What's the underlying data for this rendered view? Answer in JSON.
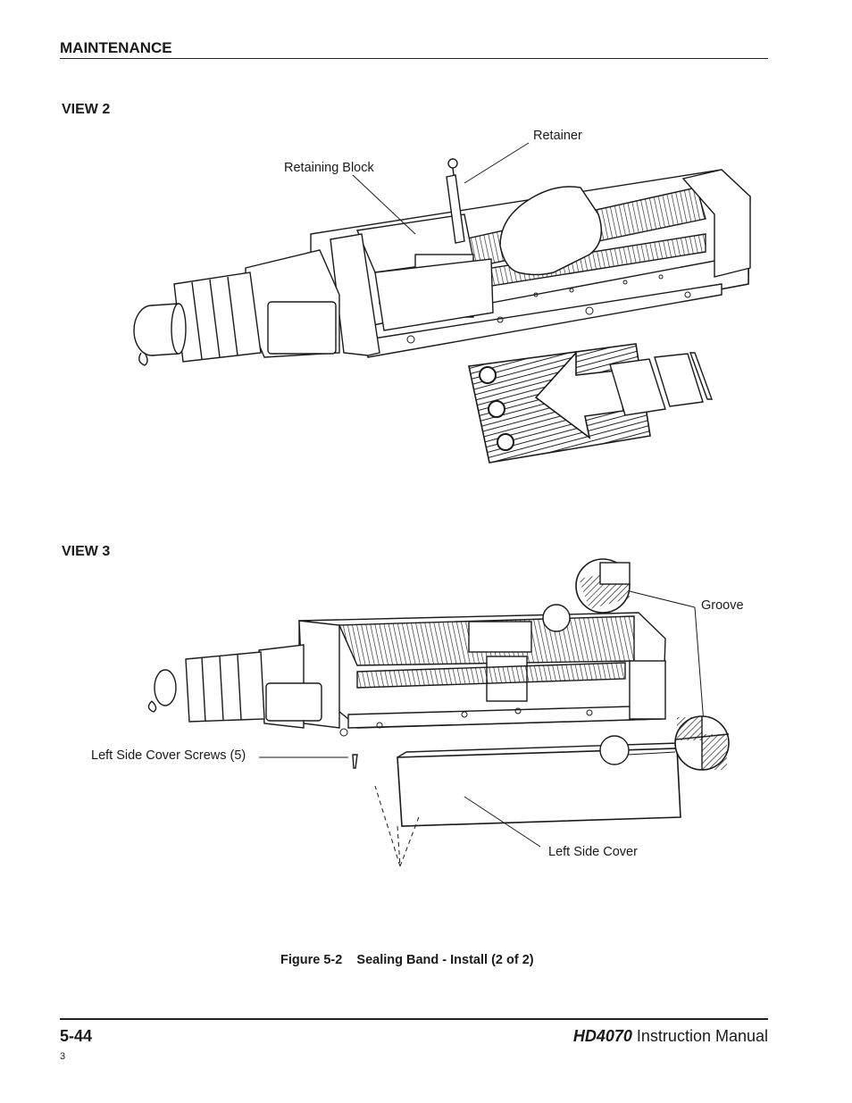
{
  "header": {
    "section": "MAINTENANCE"
  },
  "views": [
    {
      "label": "VIEW 2",
      "callouts": [
        "Retainer",
        "Retaining Block"
      ]
    },
    {
      "label": "VIEW 3",
      "callouts": [
        "Groove",
        "Left Side Cover Screws (5)",
        "Left Side Cover"
      ]
    }
  ],
  "figure": {
    "caption": "Figure 5-2    Sealing Band - Install (2 of 2)"
  },
  "footer": {
    "page_number": "5-44",
    "model": "HD4070",
    "manual_title": " Instruction Manual",
    "revision": "3"
  }
}
